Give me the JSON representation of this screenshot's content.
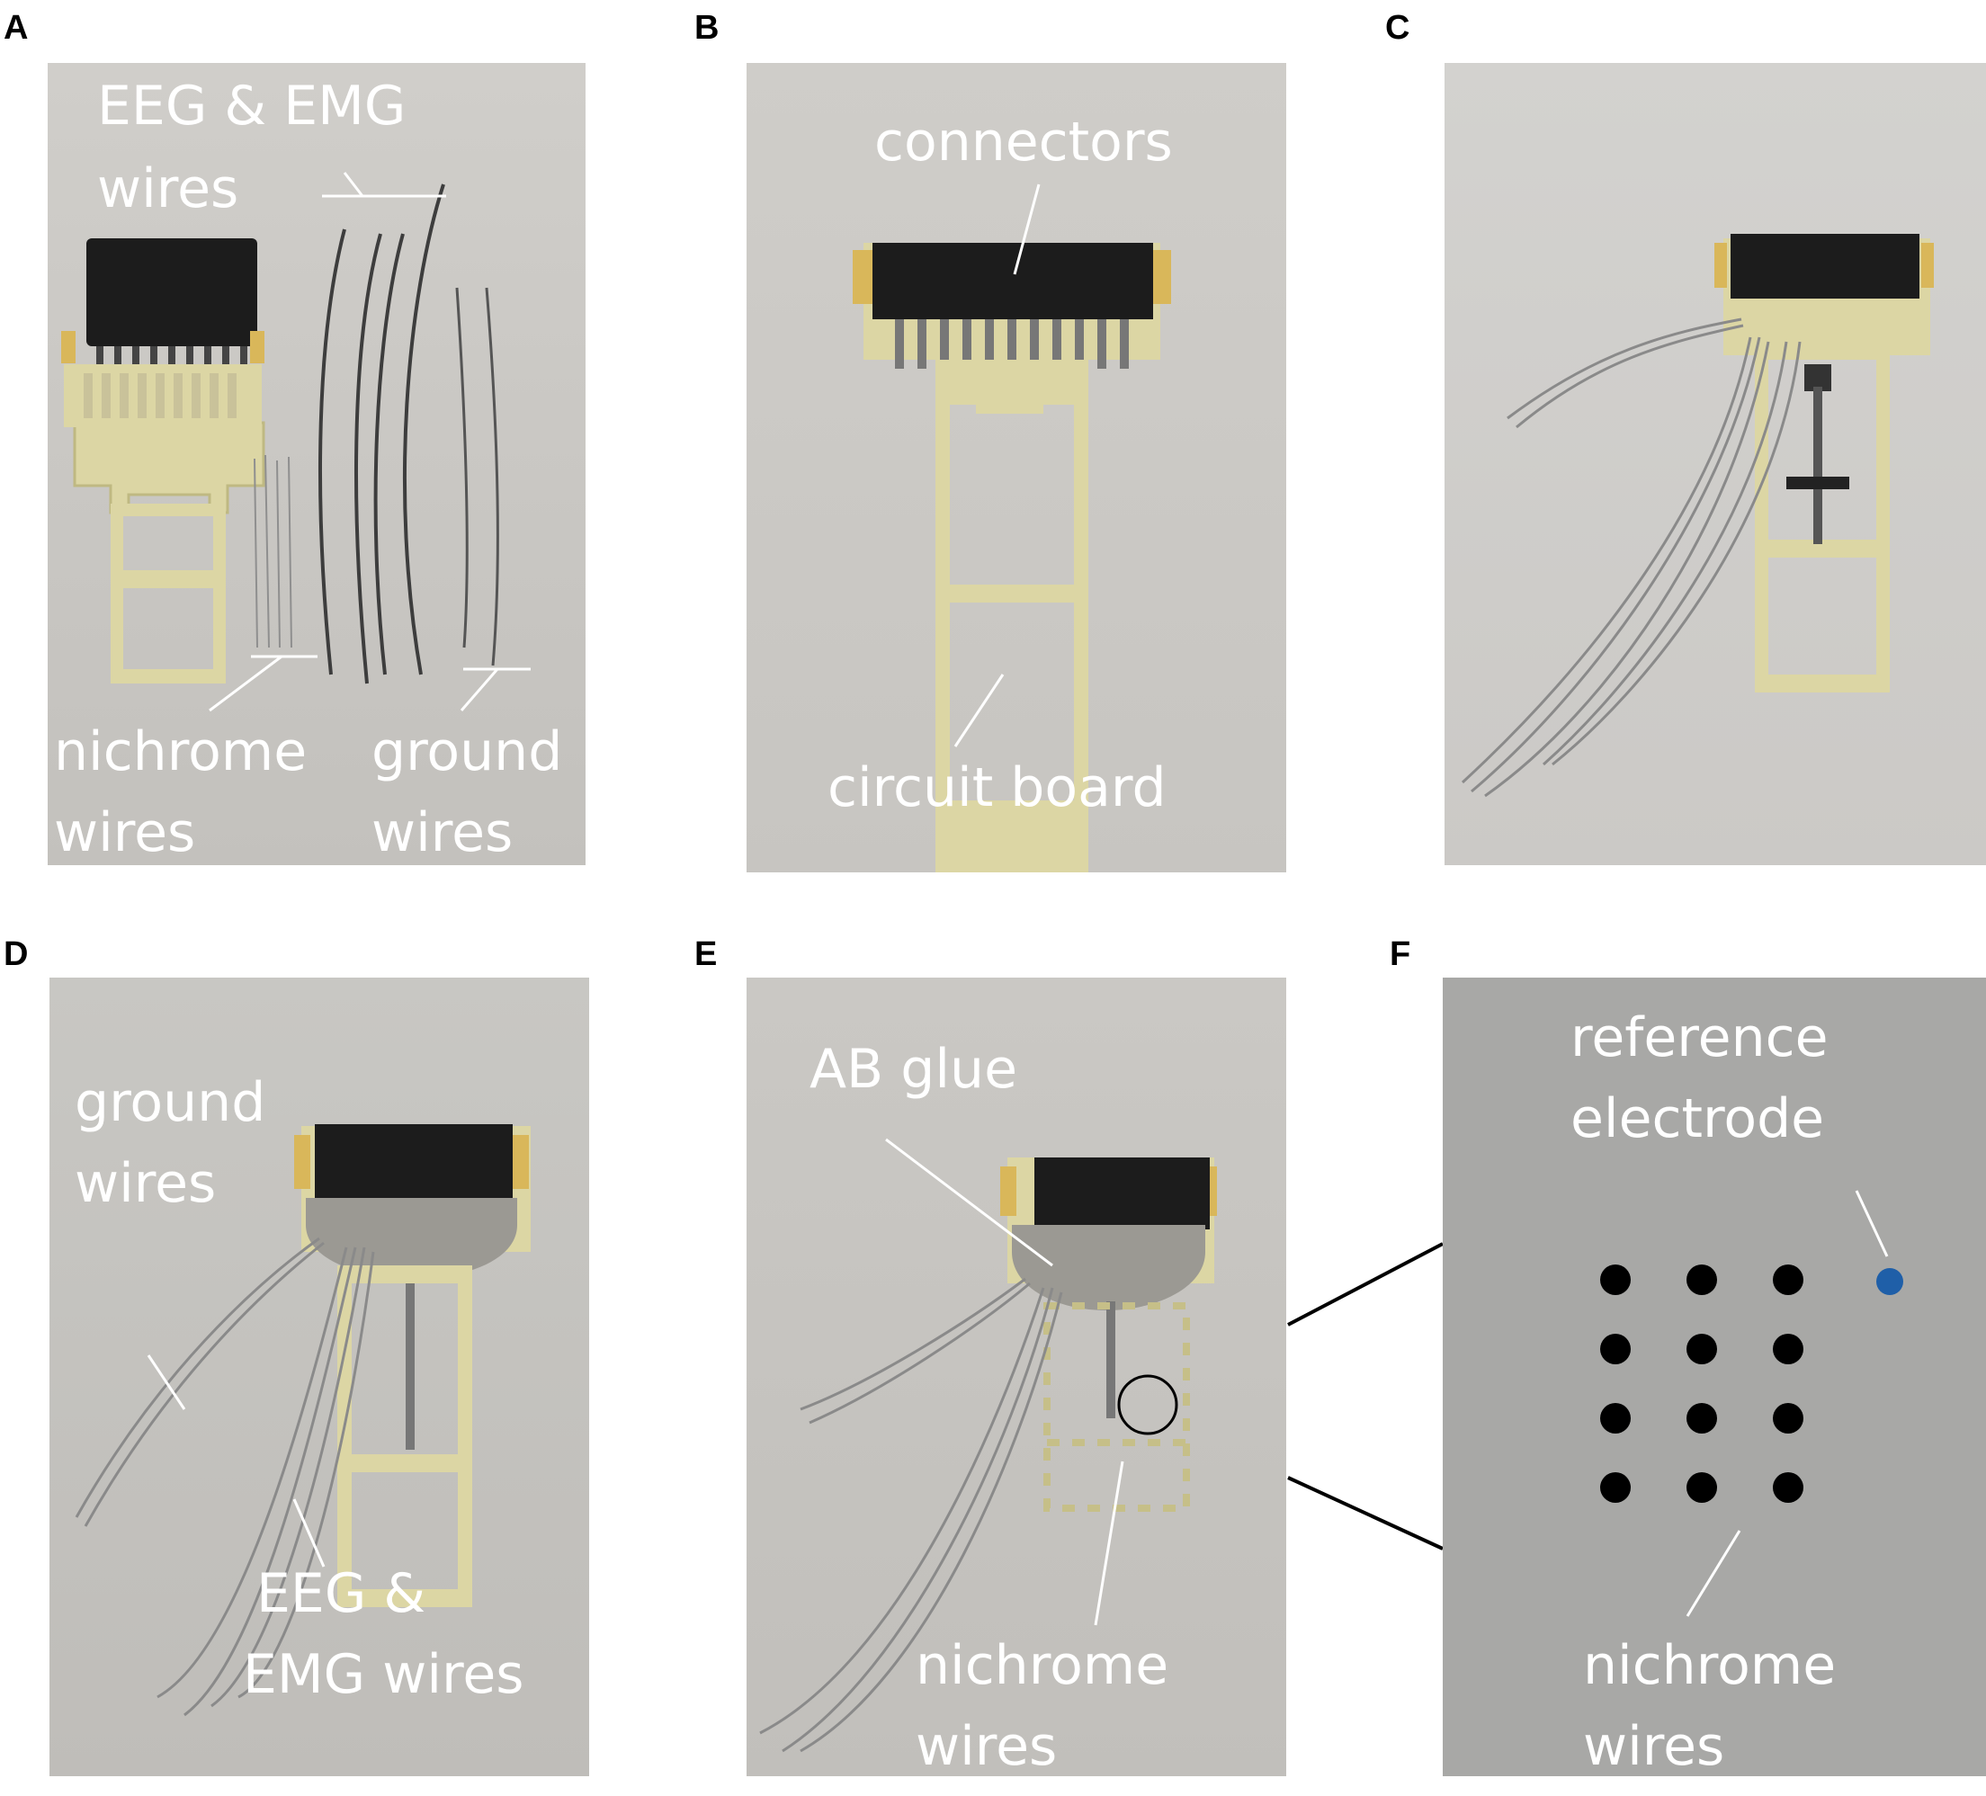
{
  "panels": {
    "a": {
      "letter": "A",
      "label1_line1": "EEG & EMG",
      "label1_line2": "wires",
      "label2_line1": "nichrome",
      "label2_line2": "wires",
      "label3_line1": "ground",
      "label3_line2": "wires"
    },
    "b": {
      "letter": "B",
      "label1": "connectors",
      "label2": "circuit board"
    },
    "c": {
      "letter": "C"
    },
    "d": {
      "letter": "D",
      "label1_line1": "ground",
      "label1_line2": "wires",
      "label2_line1": "EEG  &",
      "label2_line2": "EMG wires"
    },
    "e": {
      "letter": "E",
      "label1": "AB glue",
      "label2_line1": "nichrome",
      "label2_line2": "wires"
    },
    "f": {
      "letter": "F",
      "label1_line1": "reference",
      "label1_line2": "electrode",
      "label2_line1": "nichrome",
      "label2_line2": "wires",
      "electrode_grid": {
        "rows": 4,
        "cols": 3
      },
      "electrode_color": "#000000",
      "reference_color": "#1f5fa8"
    }
  }
}
